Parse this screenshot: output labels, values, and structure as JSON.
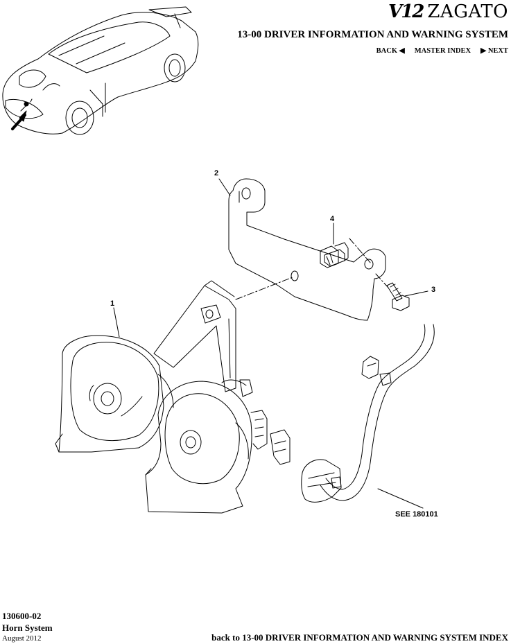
{
  "header": {
    "logo_model": "V12",
    "logo_brand": "ZAGATO",
    "section_title": "13-00 DRIVER INFORMATION AND WARNING SYSTEM"
  },
  "nav": {
    "back_label": "BACK",
    "back_arrow": "◀",
    "master_index_label": "MASTER INDEX",
    "next_arrow": "▶",
    "next_label": "NEXT"
  },
  "diagram": {
    "callouts": [
      "1",
      "2",
      "3",
      "4"
    ],
    "reference_note": "SEE 180101"
  },
  "footer": {
    "code": "130600-02",
    "name": "Horn System",
    "date": "August 2012",
    "back_link": "back to 13-00 DRIVER INFORMATION AND WARNING SYSTEM INDEX"
  }
}
